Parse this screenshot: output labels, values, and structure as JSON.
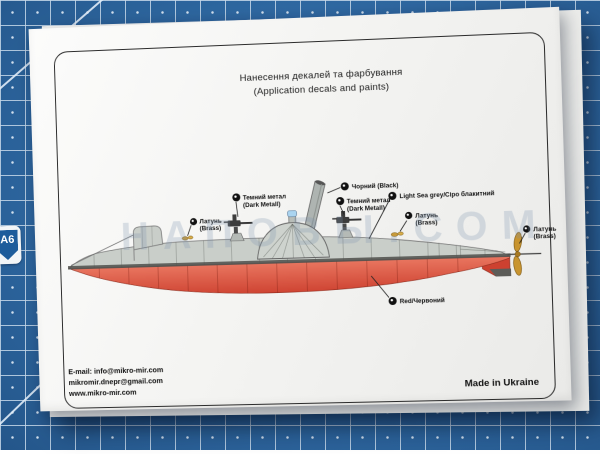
{
  "mat": {
    "badge": "A6",
    "color": "#2e68a2"
  },
  "title": {
    "line1": "Нанесення декалей та фарбування",
    "line2": "(Application decals and paints)"
  },
  "watermark": "НАПОВЫ.СОМ",
  "labels": {
    "brass_left": {
      "line1": "Латунь",
      "line2": "(Brass)"
    },
    "dark_metal_left": {
      "line1": "Темний метал",
      "line2": "(Dark Metall)"
    },
    "black": {
      "text": "Чорний (Black)"
    },
    "dark_metal_right": {
      "line1": "Темний метал",
      "line2": "(Dark Metall)"
    },
    "light_sea_grey": {
      "text": "Light Sea grey/Сіро блакитний"
    },
    "brass_mid": {
      "line1": "Латунь",
      "line2": "(Brass)"
    },
    "brass_right": {
      "line1": "Латунь",
      "line2": "(Brass)"
    },
    "red": {
      "text": "Red/Червоний"
    }
  },
  "contact": {
    "line1": "E-mail: info@mikro-mir.com",
    "line2": "mikromir.dnepr@gmail.com",
    "line3": "www.mikro-mir.com"
  },
  "footer": {
    "made_in": "Made in Ukraine"
  },
  "colors": {
    "hull_red": "#d4492f",
    "hull_grey": "#c9cec9",
    "brass": "#c8942f",
    "dark_metal": "#3d3d3d",
    "lamp_blue": "#aad4f0"
  }
}
